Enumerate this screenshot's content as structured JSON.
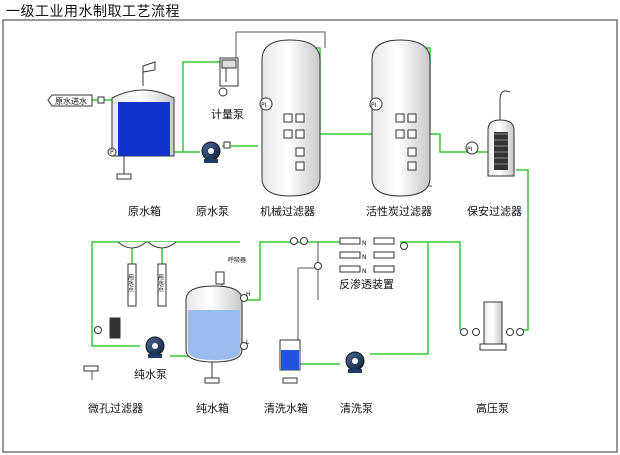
{
  "title": "一级工业用水制取工艺流程",
  "labels": {
    "raw_water_inlet": "原水进水",
    "metering_pump_tag": "计量泵",
    "raw_tank": "原水箱",
    "raw_pump": "原水泵",
    "mech_filter": "机械过滤器",
    "carbon_filter": "活性炭过滤器",
    "security_filter": "保安过滤器",
    "ro_device": "反渗透装置",
    "pure_pump": "纯水泵",
    "micro_filter": "微孔过滤器",
    "pure_tank": "纯水箱",
    "clean_tank": "清洗水箱",
    "clean_pump": "清洗泵",
    "hp_pump": "高压泵",
    "breather": "呼吸器",
    "tap1": "用水点",
    "tap2": "用水点"
  },
  "gauges": {
    "pi": "PI",
    "p": "P",
    "h": "H",
    "l": "L"
  },
  "colors": {
    "pipe": "#33cc33",
    "raw_water": "#1133cc",
    "pure_water": "#99bbee",
    "clean_water": "#2255dd",
    "pump": "#1f3a66"
  }
}
